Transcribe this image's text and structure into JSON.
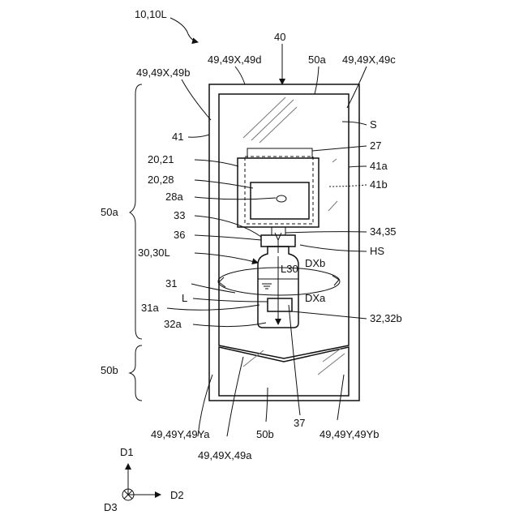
{
  "figure": {
    "ref_main": "10,10L",
    "ref_40": "40",
    "ref_49d": "49,49X,49d",
    "ref_50a_top": "50a",
    "ref_49c": "49,49X,49c",
    "ref_49b": "49,49X,49b",
    "ref_S": "S",
    "ref_41": "41",
    "ref_27": "27",
    "ref_2021": "20,21",
    "ref_41a": "41a",
    "ref_2028": "20,28",
    "ref_41b": "41b",
    "ref_28a": "28a",
    "ref_50a_left": "50a",
    "ref_33": "33",
    "ref_3435": "34,35",
    "ref_36": "36",
    "ref_HS": "HS",
    "ref_3030L": "30,30L",
    "ref_DXb": "DXb",
    "ref_L30": "L30",
    "ref_31": "31",
    "ref_L": "L",
    "ref_DXa": "DXa",
    "ref_31a": "31a",
    "ref_3232b": "32,32b",
    "ref_32a": "32a",
    "ref_50b_left": "50b",
    "ref_49Ya": "49,49Y,49Ya",
    "ref_50b_bottom": "50b",
    "ref_37": "37",
    "ref_49Yb": "49,49Y,49Yb",
    "ref_49a": "49,49X,49a"
  },
  "axes": {
    "d1": "D1",
    "d2": "D2",
    "d3": "D3"
  }
}
